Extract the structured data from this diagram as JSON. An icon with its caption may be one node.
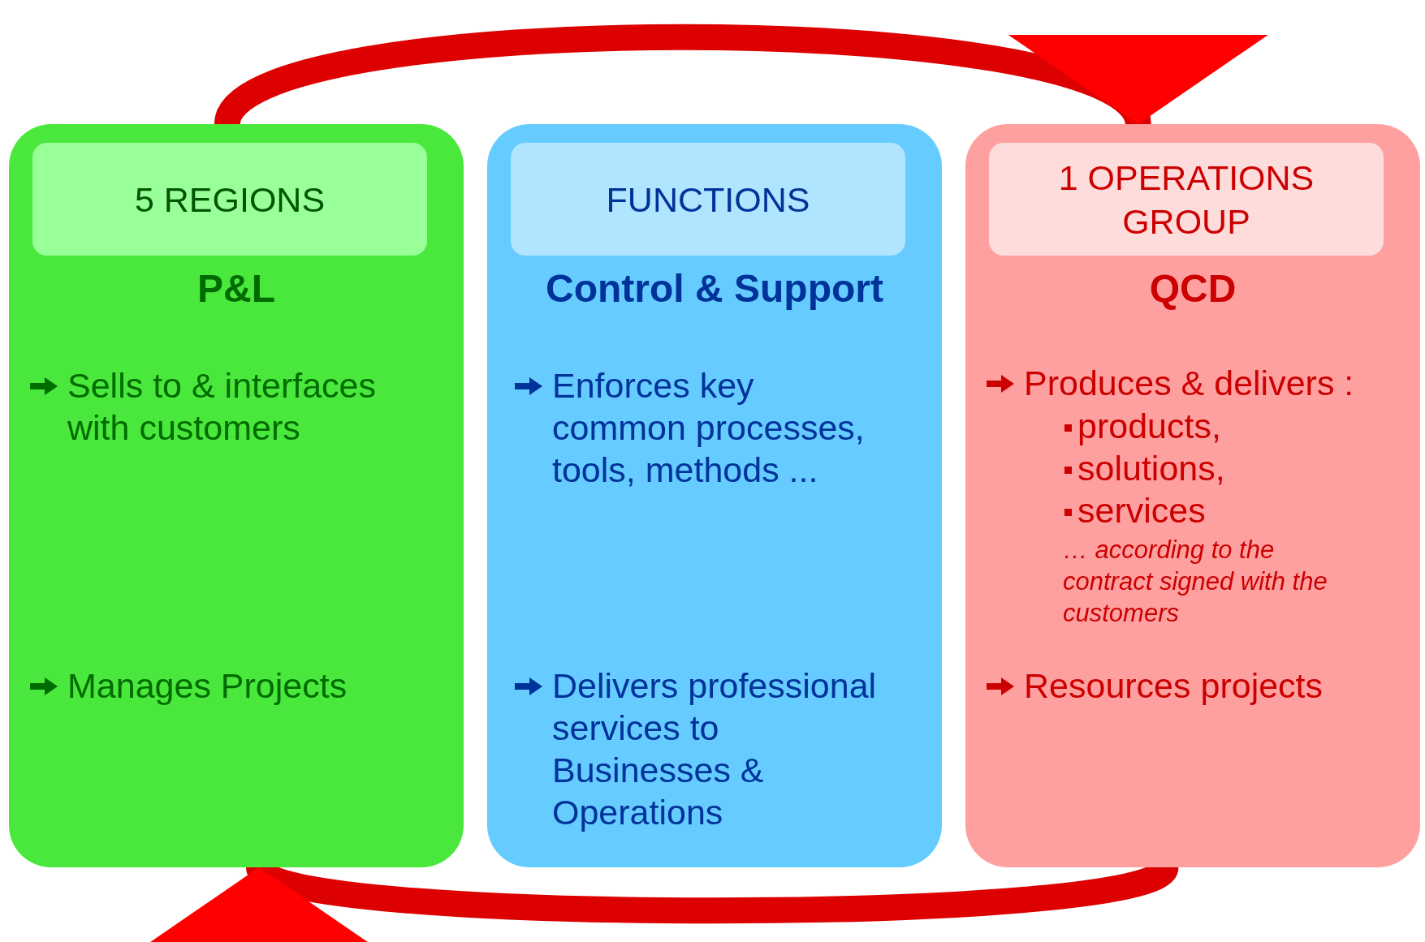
{
  "diagram": {
    "nodes": [
      {
        "text": [
          "P&L",
          "Sells to & interfaces with customers",
          "Manages Projects"
        ]
      },
      {
        "text": [
          "5 REGIONS"
        ],
        "in": 0
      },
      {
        "text": [
          "Control & Support",
          "Enforces key common processes, tools, methods ...",
          "Delivers professional services to Businesses & Operations"
        ]
      },
      {
        "text": [
          "FUNCTIONS"
        ],
        "in": 2
      },
      {
        "text": [
          "QCD",
          "Produces & delivers :",
          "products,",
          "solutions,",
          "services",
          "… according to the contract signed with the customers",
          "Resources projects"
        ]
      },
      {
        "text": [
          "1 OPERATIONS GROUP"
        ],
        "in": 4
      }
    ],
    "edges": [
      {
        "from": 0,
        "to": 4,
        "arrow": "to"
      },
      {
        "from": 4,
        "to": 0,
        "arrow": "to"
      }
    ]
  }
}
